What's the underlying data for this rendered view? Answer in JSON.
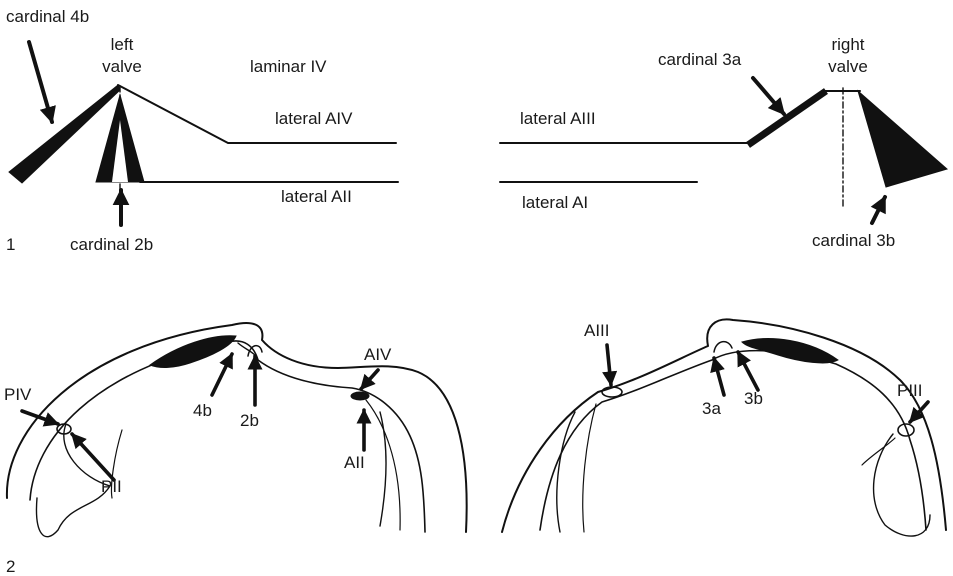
{
  "panel1": {
    "number": "1",
    "labels": {
      "cardinal_4b": "cardinal 4b",
      "left_valve_line1": "left",
      "left_valve_line2": "valve",
      "laminar_iv": "laminar IV",
      "lateral_aiv": "lateral AIV",
      "lateral_aii": "lateral AII",
      "cardinal_2b": "cardinal 2b",
      "cardinal_3a": "cardinal 3a",
      "right_valve_line1": "right",
      "right_valve_line2": "valve",
      "lateral_aiii": "lateral AIII",
      "lateral_ai": "lateral AI",
      "cardinal_3b": "cardinal 3b"
    }
  },
  "panel2": {
    "number": "2",
    "labels": {
      "piv": "PIV",
      "pii": "PII",
      "4b": "4b",
      "2b": "2b",
      "aiv": "AIV",
      "aii": "AII",
      "aiii": "AIII",
      "3a": "3a",
      "3b": "3b",
      "piii": "PIII"
    }
  },
  "colors": {
    "ink": "#111111",
    "background": "#ffffff"
  }
}
